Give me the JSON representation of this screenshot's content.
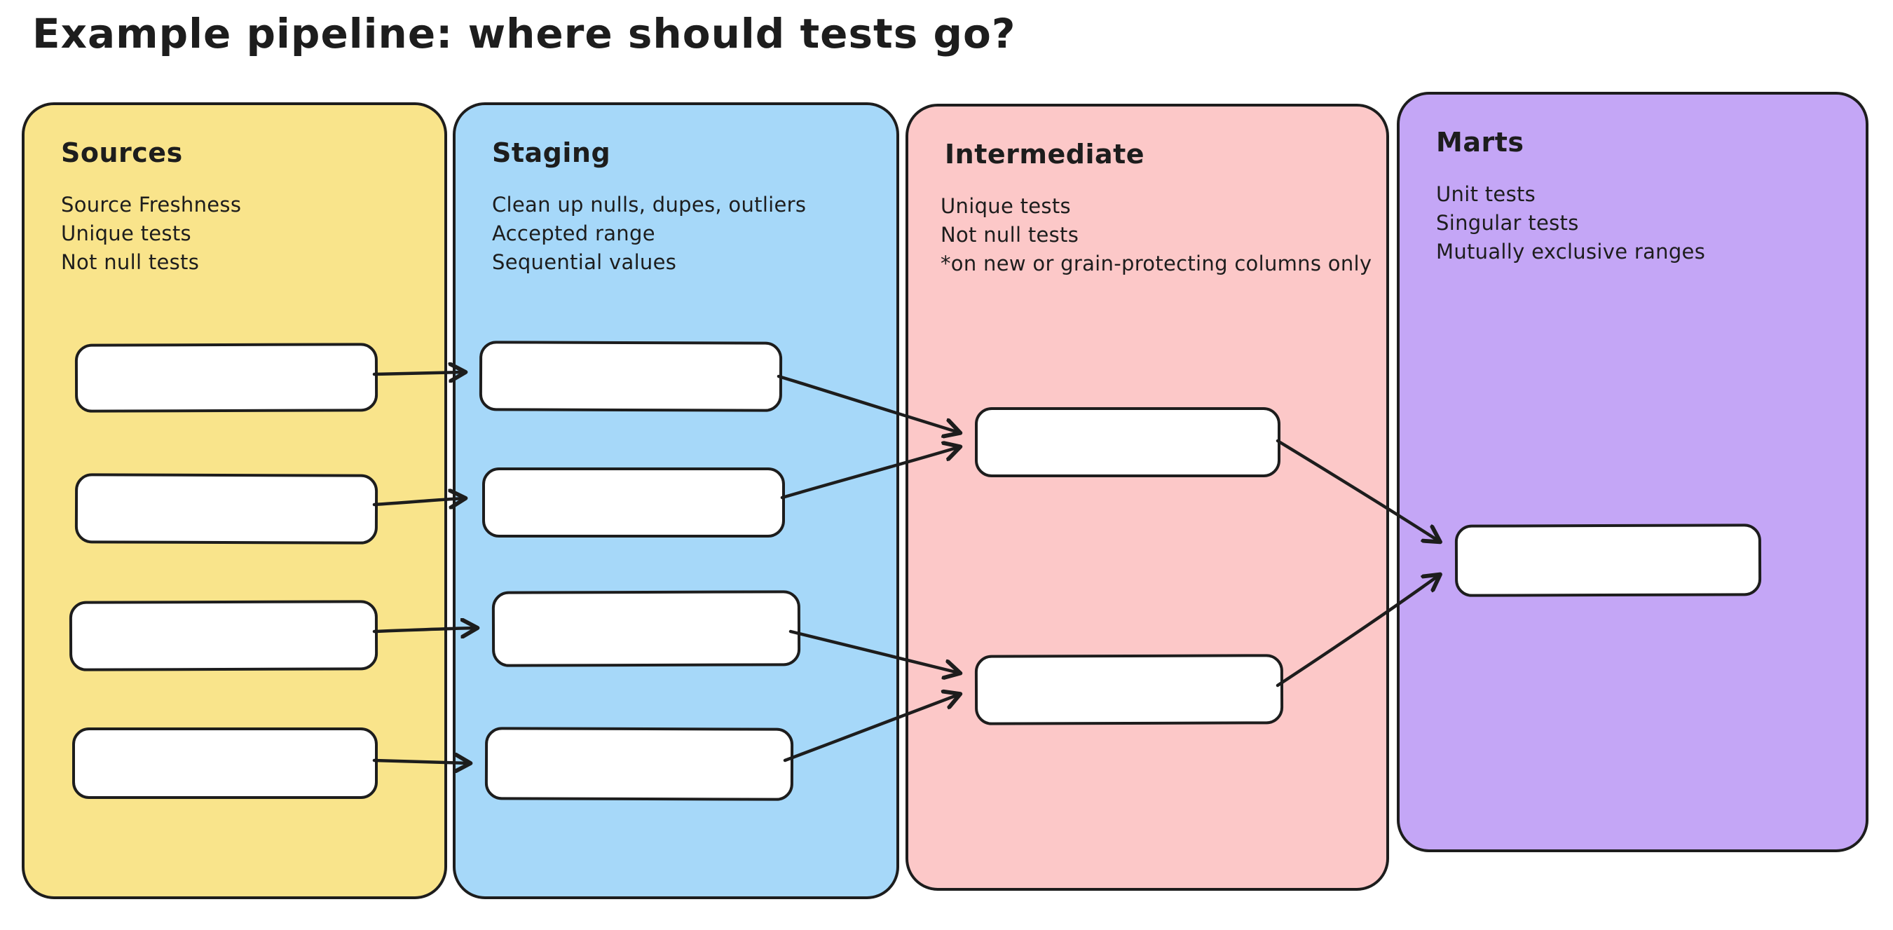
{
  "title": "Example pipeline: where should tests go?",
  "colors": {
    "stroke": "#1d1d1d",
    "sources_fill": "#F9E48B",
    "staging_fill": "#A6D8F9",
    "intermediate_fill": "#FCC8C8",
    "marts_fill": "#C4A6F6",
    "node_fill": "#ffffff"
  },
  "columns": [
    {
      "name": "Sources",
      "notes": [
        "Source Freshness",
        "Unique tests",
        "Not null tests"
      ],
      "box_count": 4
    },
    {
      "name": "Staging",
      "notes": [
        "Clean up nulls, dupes, outliers",
        "Accepted range",
        "Sequential values"
      ],
      "box_count": 4
    },
    {
      "name": "Intermediate",
      "notes": [
        "Unique tests",
        "Not null tests",
        "*on new or grain-protecting columns only"
      ],
      "box_count": 2
    },
    {
      "name": "Marts",
      "notes": [
        "Unit tests",
        "Singular tests",
        "Mutually exclusive ranges"
      ],
      "box_count": 1
    }
  ],
  "edges": [
    {
      "from": "sources-box-1",
      "to": "staging-box-1"
    },
    {
      "from": "sources-box-2",
      "to": "staging-box-2"
    },
    {
      "from": "sources-box-3",
      "to": "staging-box-3"
    },
    {
      "from": "sources-box-4",
      "to": "staging-box-4"
    },
    {
      "from": "staging-box-1",
      "to": "intermediate-box-1"
    },
    {
      "from": "staging-box-2",
      "to": "intermediate-box-1"
    },
    {
      "from": "staging-box-3",
      "to": "intermediate-box-2"
    },
    {
      "from": "staging-box-4",
      "to": "intermediate-box-2"
    },
    {
      "from": "intermediate-box-1",
      "to": "marts-box-1"
    },
    {
      "from": "intermediate-box-2",
      "to": "marts-box-1"
    }
  ]
}
